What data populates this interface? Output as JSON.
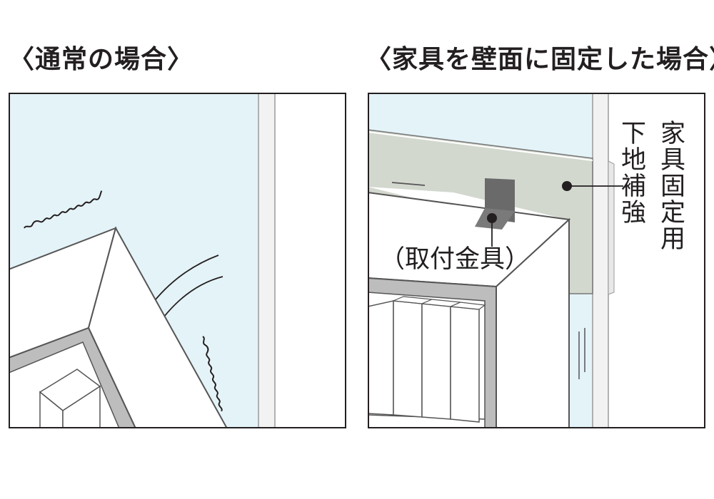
{
  "left_panel": {
    "title": "〈通常の場合〉"
  },
  "right_panel": {
    "title": "〈家具を壁面に固定した場合〉",
    "labels": {
      "bracket": "（取付金具）",
      "fixing": "家具固定用",
      "reinforcement": "下地補強"
    }
  },
  "colors": {
    "wall": "#e4f3f8",
    "line": "#231f20",
    "board": "#d3d8cf",
    "bracket": "#6a6a6a",
    "furniture": "#ffffff",
    "frame_gray": "#bdbdbd",
    "pillar": "#f2f2f2"
  }
}
